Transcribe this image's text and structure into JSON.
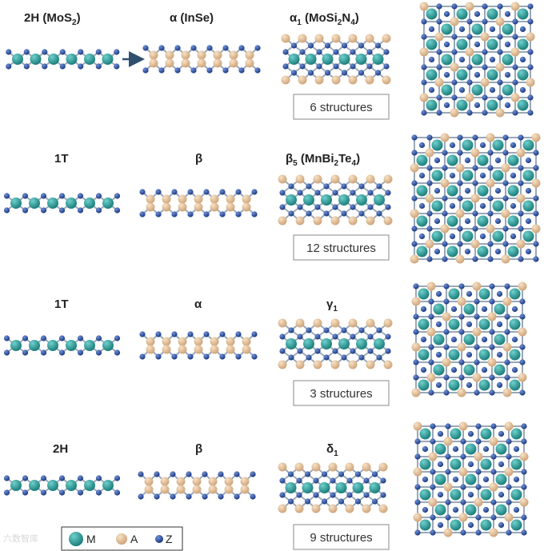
{
  "rows": [
    {
      "label_1": "2H (MoS",
      "label_1_sub": "2",
      "label_1_tail": ")",
      "label_2": "α (InSe)",
      "label_3": "α",
      "label_3_sub": "1",
      "label_3_tail": " (MoSi",
      "label_3_sub2": "2",
      "label_3_tail2": "N",
      "label_3_sub3": "4",
      "label_3_tail3": ")",
      "structures": "6 structures"
    },
    {
      "label_1": "1T",
      "label_2": "β",
      "label_3": "β",
      "label_3_sub": "5",
      "label_3_tail": " (MnBi",
      "label_3_sub2": "2",
      "label_3_tail2": "Te",
      "label_3_sub3": "4",
      "label_3_tail3": ")",
      "structures": "12 structures"
    },
    {
      "label_1": "1T",
      "label_2": "α",
      "label_3": "γ",
      "label_3_sub": "1",
      "structures": "3 structures"
    },
    {
      "label_1": "2H",
      "label_2": "β",
      "label_3": "δ",
      "label_3_sub": "1",
      "structures": "9 structures"
    }
  ],
  "legend": {
    "m_label": "M",
    "a_label": "A",
    "z_label": "Z"
  },
  "watermark": "六数智库",
  "colors": {
    "m_atom": "#2a9d9a",
    "a_atom": "#e8c49b",
    "z_atom": "#2b4fa0",
    "bond": "#9aa8b8",
    "arrow": "#2f4f6f",
    "box_border": "#888888"
  }
}
